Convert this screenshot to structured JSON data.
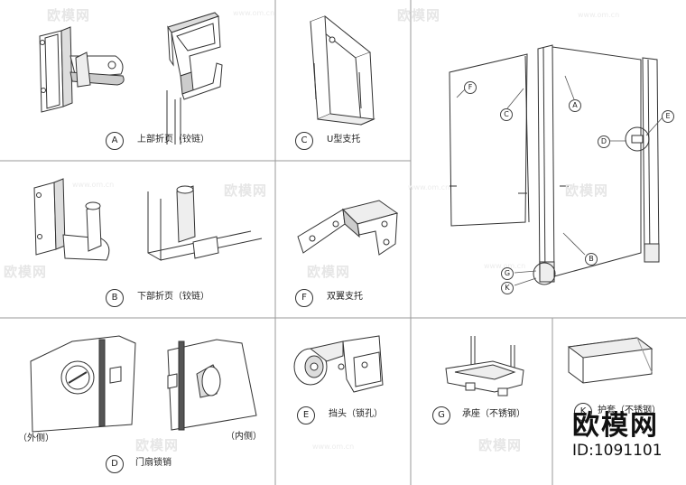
{
  "watermark": {
    "text": "欧模网",
    "url": "www.om.cn"
  },
  "brand": {
    "name": "欧模网",
    "id": "ID:1091101"
  },
  "parts": {
    "A": {
      "letter": "A",
      "caption": "上部折页（铰链）"
    },
    "B": {
      "letter": "B",
      "caption": "下部折页（铰链）"
    },
    "C": {
      "letter": "C",
      "caption": "U型支托"
    },
    "F": {
      "letter": "F",
      "caption": "双翼支托"
    },
    "D": {
      "letter": "D",
      "caption": "门扇锁销",
      "outer": "（外侧）",
      "inner": "（内侧）"
    },
    "E": {
      "letter": "E",
      "caption": "挡头（锁孔）"
    },
    "G": {
      "letter": "G",
      "caption": "承座（不锈钢）"
    },
    "K": {
      "letter": "K",
      "caption": "护套（不锈钢）"
    }
  },
  "assembly": {
    "labels": [
      "A",
      "B",
      "C",
      "D",
      "E",
      "F",
      "G",
      "K"
    ]
  }
}
